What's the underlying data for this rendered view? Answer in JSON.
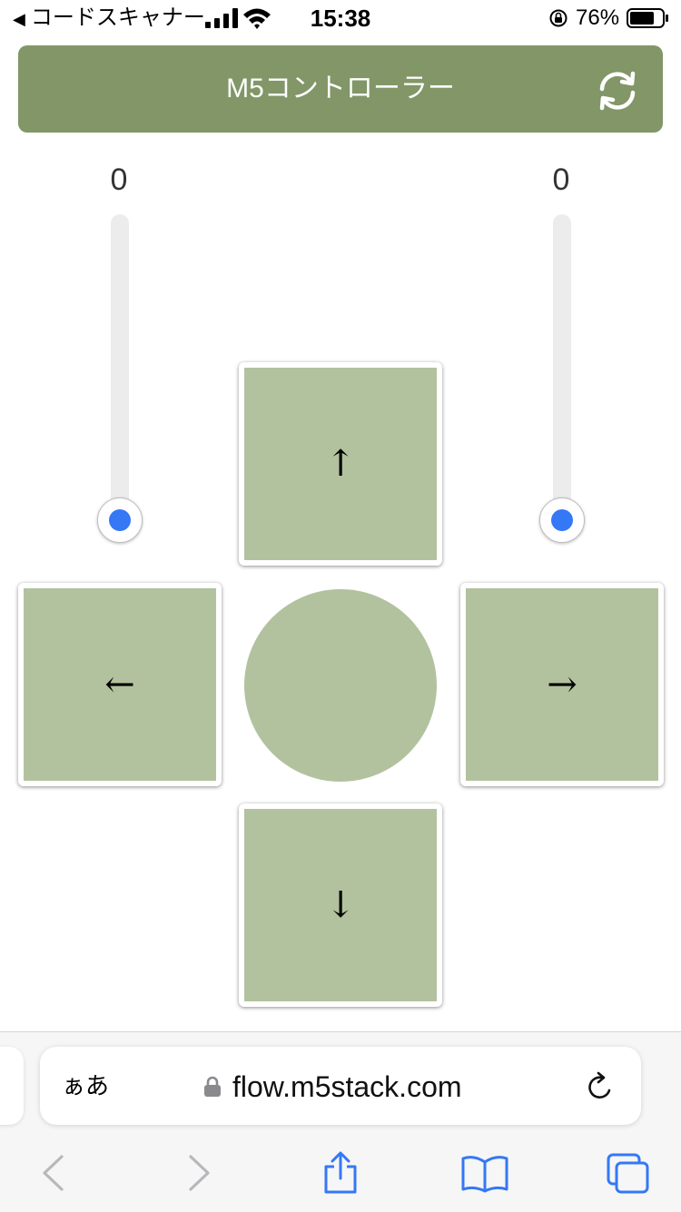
{
  "status_bar": {
    "back_app": "コードスキャナー",
    "time": "15:38",
    "battery": "76%"
  },
  "header": {
    "title": "M5コントローラー",
    "refresh_icon": "refresh-icon"
  },
  "sliders": {
    "left": {
      "value": "0",
      "level": 0
    },
    "right": {
      "value": "0",
      "level": 0
    }
  },
  "pad": {
    "up": "↑",
    "left": "←",
    "right": "→",
    "down": "↓"
  },
  "browser": {
    "aa_label": "ぁあ",
    "url": "flow.m5stack.com"
  },
  "colors": {
    "header_bg": "#829667",
    "button_bg": "#b2c29f",
    "thumb_dot": "#3478f6",
    "toolbar_blue": "#3478f6"
  }
}
